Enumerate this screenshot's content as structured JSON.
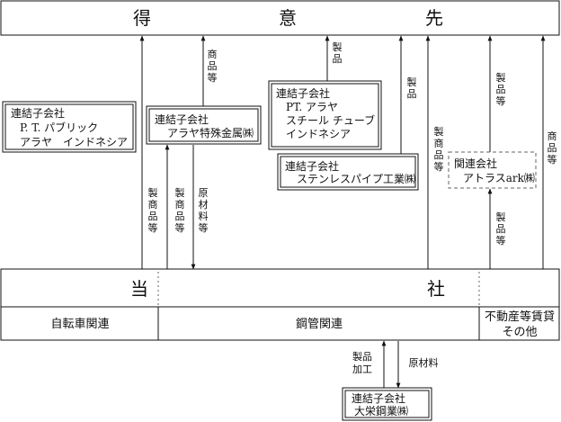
{
  "customers": {
    "chars": [
      "得",
      "意",
      "先"
    ]
  },
  "company": {
    "chars": [
      "当",
      "社"
    ]
  },
  "segments": [
    {
      "label": "自転車関連"
    },
    {
      "label": "鋼管関連"
    },
    {
      "label_lines": [
        "不動産等賃貸",
        "その他"
      ]
    }
  ],
  "subsidiaries": [
    {
      "lines": [
        "連結子会社",
        "P. T. パブリック",
        "アラヤ　インドネシア"
      ]
    },
    {
      "lines": [
        "連結子会社",
        "アラヤ特殊金属㈱"
      ]
    },
    {
      "lines": [
        "連結子会社",
        "PT. アラヤ",
        "スチール チューブ",
        "インドネシア"
      ]
    },
    {
      "lines": [
        "連結子会社",
        "ステンレスパイプ工業㈱"
      ]
    },
    {
      "lines": [
        "関連会社",
        "アトラスark㈱"
      ]
    },
    {
      "lines": [
        "連結子会社",
        "大栄鋼業㈱"
      ]
    }
  ],
  "flows": [
    {
      "label": "商品等"
    },
    {
      "label": "製商品等"
    },
    {
      "label": "製商品等"
    },
    {
      "label": "原材料等"
    },
    {
      "label": "製品"
    },
    {
      "label": "製品"
    },
    {
      "label": "製商品等"
    },
    {
      "label": "製品等"
    },
    {
      "label": "製品等"
    },
    {
      "label": "商品等"
    },
    {
      "label_lines": [
        "製品",
        "加工"
      ]
    },
    {
      "label": "原材料"
    }
  ]
}
